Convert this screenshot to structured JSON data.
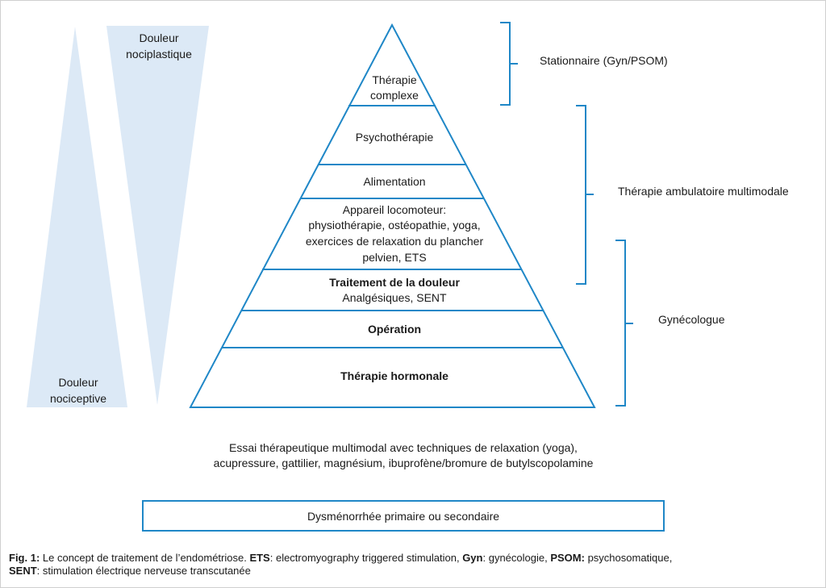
{
  "left_wedges": {
    "nociplastic": [
      "Douleur",
      "nociplastique"
    ],
    "nociceptive": [
      "Douleur",
      "nociceptive"
    ]
  },
  "pyramid": {
    "levels": [
      {
        "lines": [
          "Thérapie",
          "complexe"
        ],
        "bold": [
          false,
          false
        ]
      },
      {
        "lines": [
          "Psychothérapie"
        ],
        "bold": [
          false
        ]
      },
      {
        "lines": [
          "Alimentation"
        ],
        "bold": [
          false
        ]
      },
      {
        "lines": [
          "Appareil locomoteur:",
          "physiothérapie, ostéopathie, yoga,",
          "exercices de relaxation du plancher",
          "pelvien, ETS"
        ],
        "bold": [
          false,
          false,
          false,
          false
        ]
      },
      {
        "lines": [
          "Traitement de la douleur",
          "Analgésiques, SENT"
        ],
        "bold": [
          true,
          false
        ]
      },
      {
        "lines": [
          "Opération"
        ],
        "bold": [
          true
        ]
      },
      {
        "lines": [
          "Thérapie hormonale"
        ],
        "bold": [
          true
        ]
      }
    ]
  },
  "brackets": {
    "stationnaire": "Stationnaire (Gyn/PSOM)",
    "ambulatoire": "Thérapie ambulatoire multimodale",
    "gynecologue": "Gynécologue"
  },
  "therapy_note": [
    "Essai thérapeutique multimodal avec techniques de relaxation (yoga),",
    "acupressure, gattilier, magnésium, ibuprofène/bromure de butylscopolamine"
  ],
  "base_box": "Dysménorrhée primaire ou secondaire",
  "caption": {
    "fig_label": "Fig. 1:",
    "intro": " Le concept de traitement de l’endométriose. ",
    "ets_abbr": "ETS",
    "ets_text": ": electromyography triggered stimulation, ",
    "gyn_abbr": "Gyn",
    "gyn_text": ": gynécologie, ",
    "psom_abbr": "PSOM:",
    "psom_text": " psychosomatique,",
    "sent_abbr": "SENT",
    "sent_text": ": stimulation électrique nerveuse transcutanée"
  },
  "colors": {
    "wedge_fill": "#dce9f6",
    "accent_blue": "#1f87c7"
  }
}
